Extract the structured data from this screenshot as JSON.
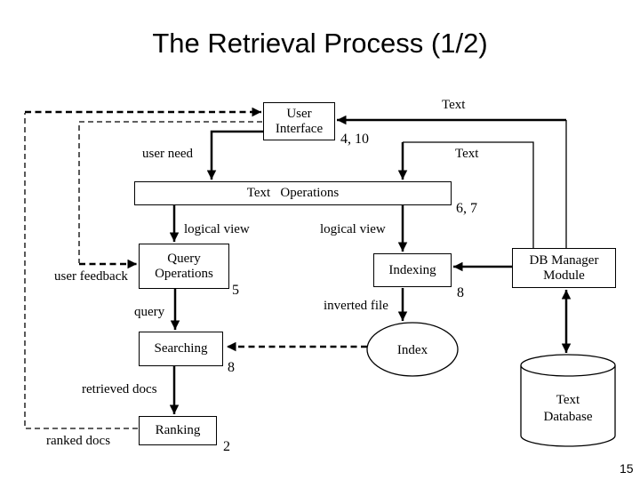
{
  "slide": {
    "title": "The Retrieval Process (1/2)",
    "page_number": "15"
  },
  "diagram": {
    "colors": {
      "line": "#000000",
      "background": "#ffffff"
    },
    "nodes": {
      "user_interface": {
        "label": "User\nInterface"
      },
      "text_operations": {
        "label": "Text   Operations"
      },
      "query_operations": {
        "label": "Query\nOperations"
      },
      "indexing": {
        "label": "Indexing"
      },
      "searching": {
        "label": "Searching"
      },
      "ranking": {
        "label": "Ranking"
      },
      "db_manager": {
        "label": "DB Manager\nModule"
      },
      "index_store": {
        "label": "Index"
      },
      "text_database": {
        "label": "Text\nDatabase"
      }
    },
    "edge_labels": {
      "user_need": "user need",
      "text_top": "Text",
      "text_mid": "Text",
      "logical_view_left": "logical view",
      "logical_view_right": "logical view",
      "user_feedback": "user feedback",
      "query": "query",
      "inverted_file": "inverted file",
      "retrieved_docs": "retrieved docs",
      "ranked_docs": "ranked docs"
    },
    "step_numbers": {
      "user_interface": "4, 10",
      "text_operations": "6, 7",
      "query_operations": "5",
      "indexing": "8",
      "searching": "8",
      "ranking": "2"
    }
  }
}
